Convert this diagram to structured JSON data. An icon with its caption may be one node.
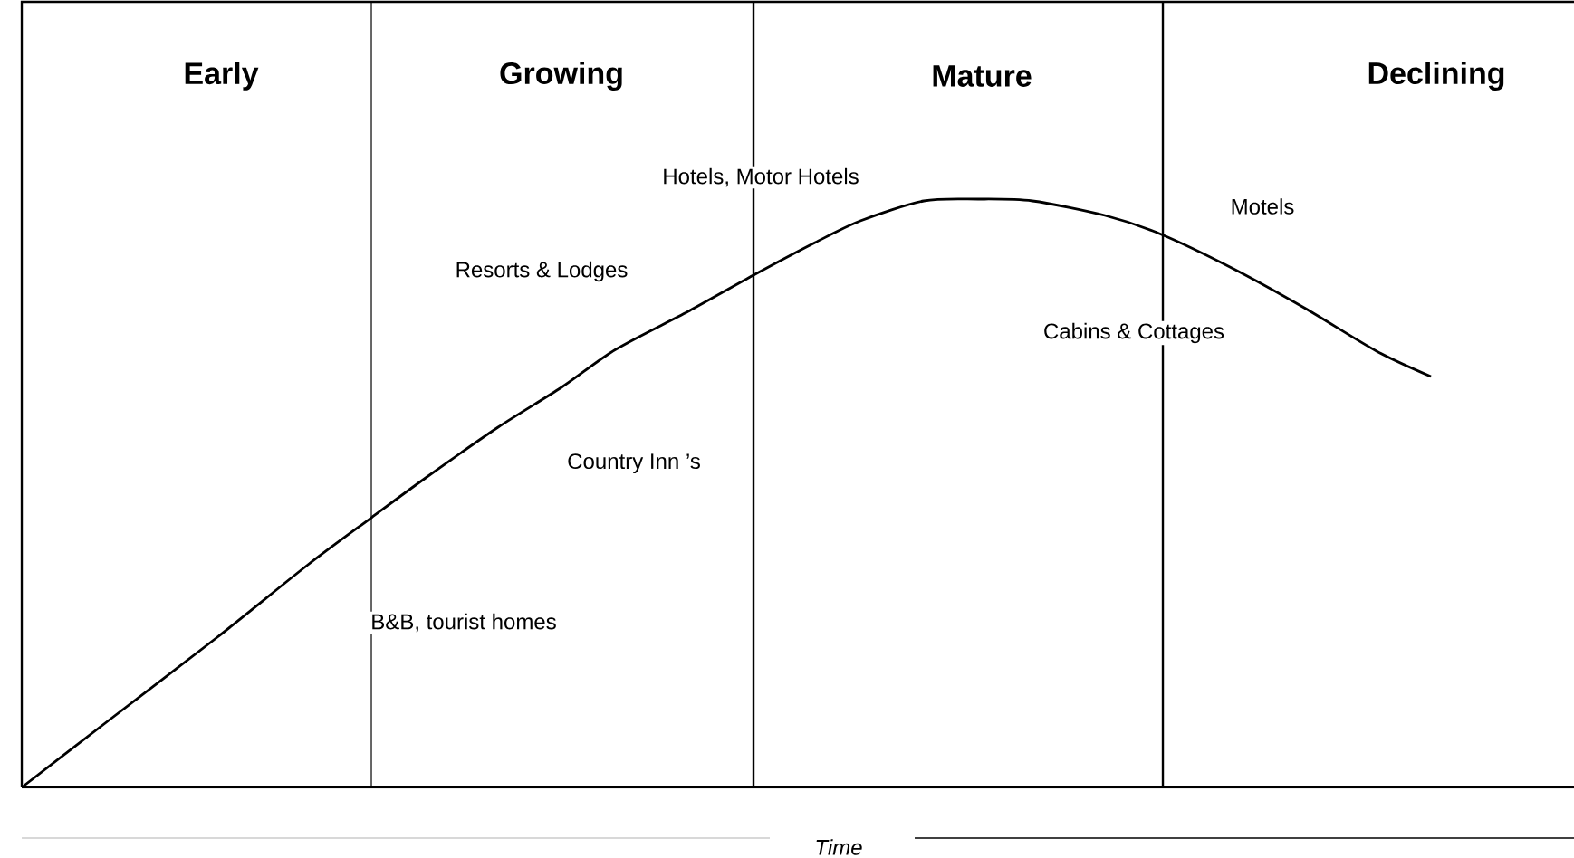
{
  "diagram": {
    "labels": [
      "Early",
      "Growing",
      "Mature",
      "Declining",
      "Hotels, Motor Hotels",
      "Motels",
      "Resorts & Lodges",
      "Cabins & Cottages",
      "Country Inn  ’s",
      "B&B, tourist homes",
      "Time"
    ]
  }
}
